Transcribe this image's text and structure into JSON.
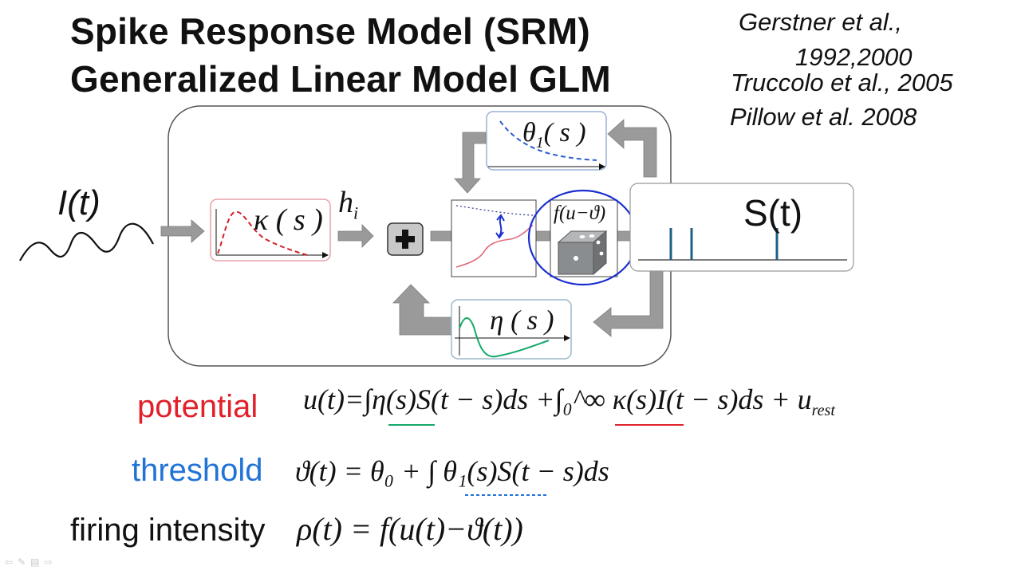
{
  "slide": {
    "title_line1": "Spike Response Model (SRM)",
    "title_line2": "Generalized Linear Model GLM",
    "references": {
      "gerstner_a": "Gerstner et al.,",
      "gerstner_b": "1992,2000",
      "truccolo": "Truccolo et al., 2005",
      "pillow": "Pillow et al. 2008"
    }
  },
  "diagram": {
    "input_label": "I(t)",
    "kappa_label": "κ ( s )",
    "h_label": "h",
    "h_sub": "i",
    "plus_symbol": "+",
    "theta1_label": "θ",
    "theta1_sub": "1",
    "theta1_arg": "( s )",
    "f_label": "f(u−ϑ)",
    "eta_label": "η ( s )",
    "output_label": "S(t)"
  },
  "equations": {
    "potential": {
      "label": "potential",
      "formula": "u(t)=∫η(s)S(t − s)ds  +∫₀^∞  κ(s)I(t − s)ds + u",
      "sub": "rest"
    },
    "threshold": {
      "label": "threshold",
      "formula": "ϑ(t) = θ₀ + ∫ θ₁(s)S(t − s)ds"
    },
    "firing": {
      "label": "firing intensity",
      "formula": "ρ(t) = f(u(t)−ϑ(t))"
    }
  },
  "colors": {
    "potential_red": "#e0212b",
    "threshold_blue": "#2273d6",
    "dice_circle": "#1a2fd0",
    "eta_green": "#14a86a",
    "spike_teal": "#1c5f86",
    "arrow_gray": "#9a9a9a",
    "kappa_box_border": "#e6a0a8",
    "theta_box_border": "#9ab0d8"
  },
  "navigation_icons": [
    "back-icon",
    "pen-icon",
    "menu-icon",
    "forward-icon"
  ]
}
